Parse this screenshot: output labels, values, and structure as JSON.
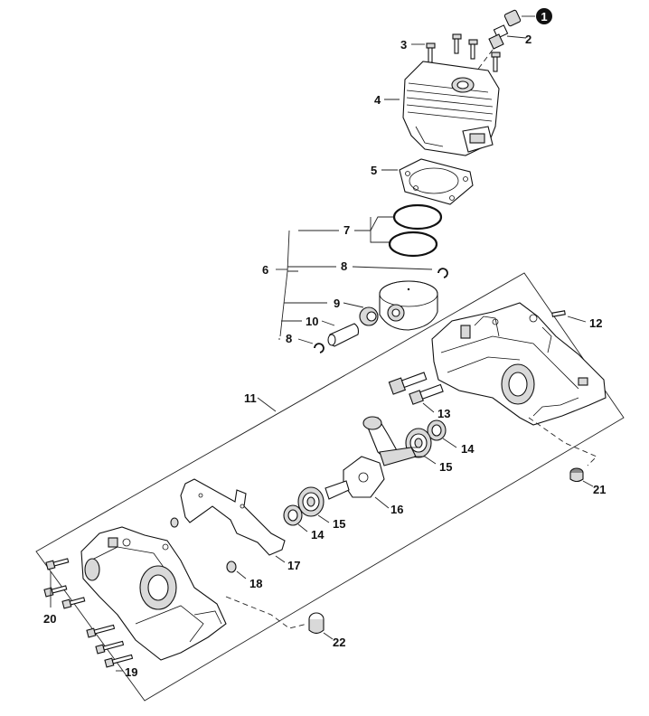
{
  "diagram": {
    "callouts": [
      {
        "id": "1",
        "text": "1"
      },
      {
        "id": "2",
        "text": "2"
      },
      {
        "id": "3",
        "text": "3"
      },
      {
        "id": "4",
        "text": "4"
      },
      {
        "id": "5",
        "text": "5"
      },
      {
        "id": "6",
        "text": "6"
      },
      {
        "id": "7",
        "text": "7"
      },
      {
        "id": "8a",
        "text": "8"
      },
      {
        "id": "8b",
        "text": "8"
      },
      {
        "id": "9",
        "text": "9"
      },
      {
        "id": "10",
        "text": "10"
      },
      {
        "id": "11",
        "text": "11"
      },
      {
        "id": "12",
        "text": "12"
      },
      {
        "id": "13",
        "text": "13"
      },
      {
        "id": "14a",
        "text": "14"
      },
      {
        "id": "14b",
        "text": "14"
      },
      {
        "id": "15a",
        "text": "15"
      },
      {
        "id": "15b",
        "text": "15"
      },
      {
        "id": "16",
        "text": "16"
      },
      {
        "id": "17",
        "text": "17"
      },
      {
        "id": "18",
        "text": "18"
      },
      {
        "id": "19",
        "text": "19"
      },
      {
        "id": "20",
        "text": "20"
      },
      {
        "id": "21",
        "text": "21"
      },
      {
        "id": "22",
        "text": "22"
      }
    ]
  }
}
